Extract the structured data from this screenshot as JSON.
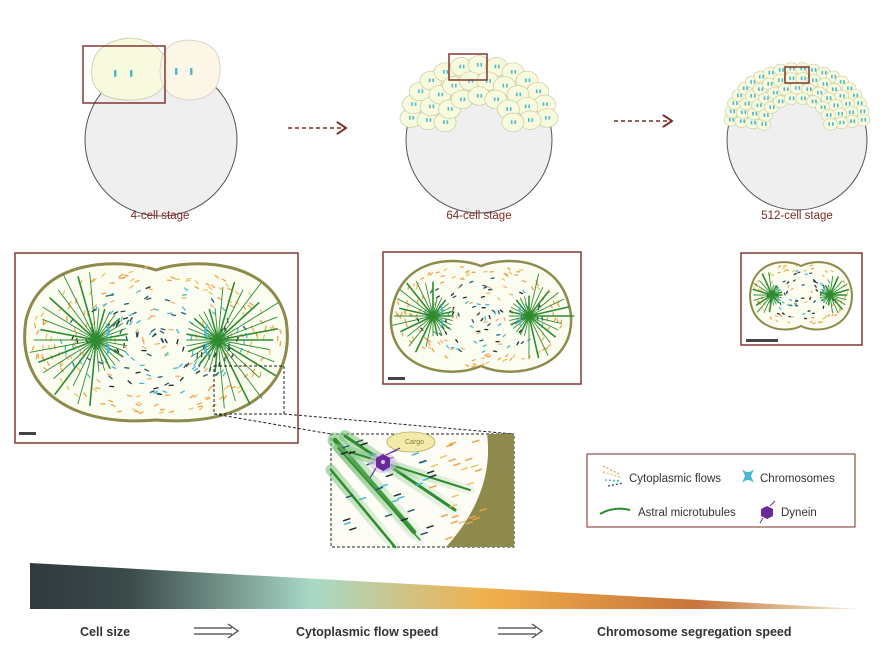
{
  "stages": [
    {
      "label": "4-cell stage"
    },
    {
      "label": "64-cell stage"
    },
    {
      "label": "512-cell stage"
    }
  ],
  "legend": {
    "flows": "Cytoplasmic flows",
    "chromosomes": "Chromosomes",
    "microtubules": "Astral microtubules",
    "dynein": "Dynein"
  },
  "inset": {
    "cargo": "Cargo"
  },
  "gradient_labels": {
    "cell_size": "Cell size",
    "flow_speed": "Cytoplasmic flow speed",
    "segregation_speed": "Chromosome segregation speed"
  },
  "colors": {
    "frame": "#7a2a22",
    "microtubule": "#2e8b2e",
    "chromosome": "#4cb8cf",
    "cell_outline": "#8d8a4c",
    "cytoplasm": "#fbfdf0",
    "dynein": "#6a2a9a",
    "gradient": [
      "#2f3a3f",
      "#a8d9c6",
      "#f2b04c",
      "#c8743a",
      "#f2f0d8"
    ]
  }
}
